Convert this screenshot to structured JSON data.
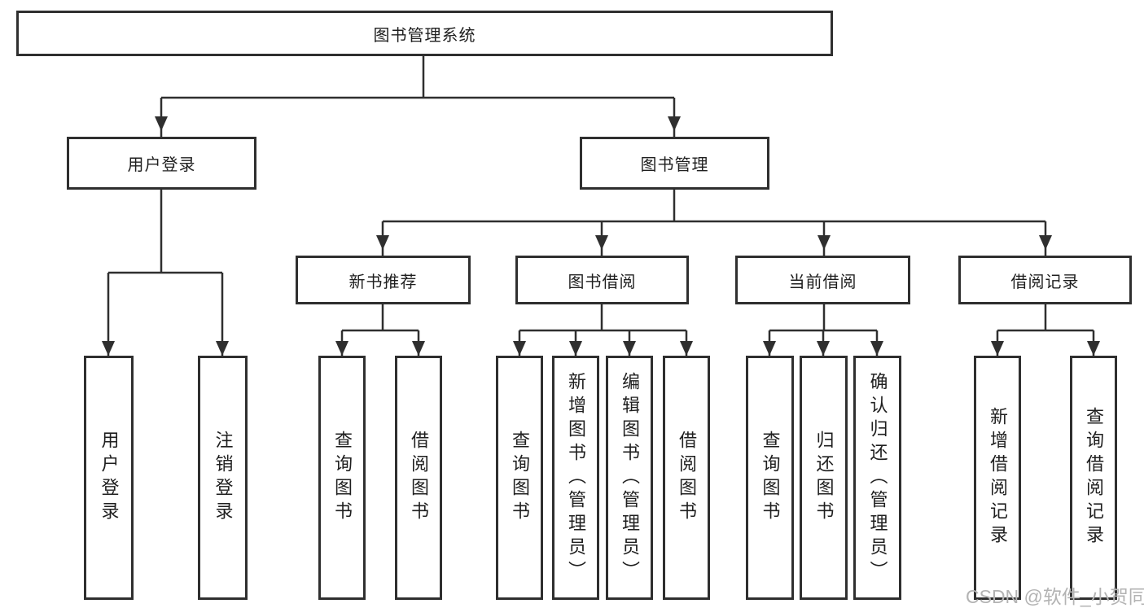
{
  "diagram": {
    "root": "图书管理系统",
    "branches": [
      {
        "label": "用户登录",
        "children": [
          "用户登录",
          "注销登录"
        ]
      },
      {
        "label": "图书管理",
        "sections": [
          {
            "label": "新书推荐",
            "children": [
              "查询图书",
              "借阅图书"
            ]
          },
          {
            "label": "图书借阅",
            "children": [
              "查询图书",
              "新增图书（管理员）",
              "编辑图书（管理员）",
              "借阅图书"
            ]
          },
          {
            "label": "当前借阅",
            "children": [
              "查询图书",
              "归还图书",
              "确认归还（管理员）"
            ]
          },
          {
            "label": "借阅记录",
            "children": [
              "新增借阅记录",
              "查询借阅记录"
            ]
          }
        ]
      }
    ]
  },
  "watermark": "CSDN @软件_小贺同学",
  "colors": {
    "line": "#2f2f2f",
    "box_border": "#2f2f2f",
    "text": "#1f1f1f",
    "background": "#ffffff",
    "watermark": "#b3b3b3"
  }
}
